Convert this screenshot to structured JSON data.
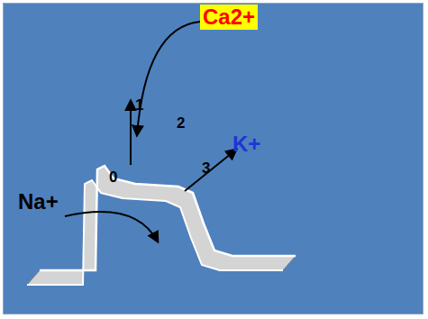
{
  "diagram": {
    "nodes": [
      {
        "text": [
          "Ca2+"
        ]
      }
    ],
    "labels": [
      "1",
      "2",
      "0",
      "K+",
      "3",
      "Na+"
    ]
  }
}
